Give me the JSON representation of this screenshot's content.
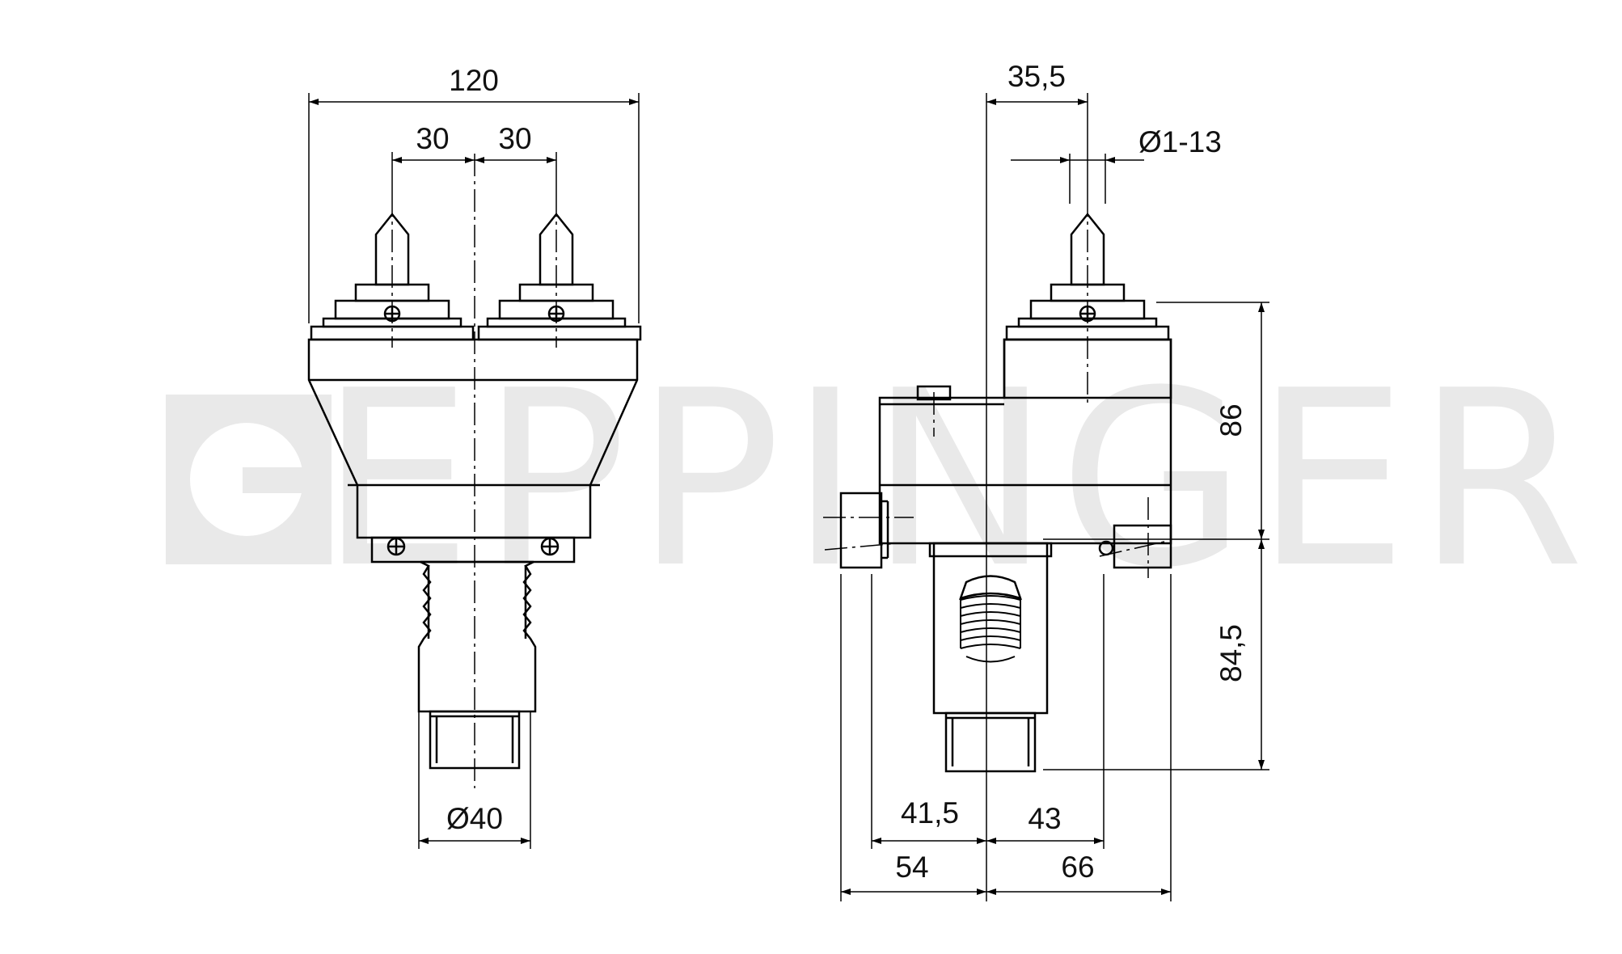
{
  "watermark": {
    "text": "EPPINGER",
    "color": "#e9e9e9"
  },
  "line_color": "#000000",
  "front_view": {
    "overall_width": "120",
    "spindle_spacing_left": "30",
    "spindle_spacing_right": "30",
    "shank_diameter": "Ø40"
  },
  "side_view": {
    "offset_top": "35,5",
    "collet_range": "Ø1-13",
    "height_upper": "86",
    "height_lower": "84,5",
    "bottom_left_inner": "41,5",
    "bottom_right_inner": "43",
    "bottom_left_outer": "54",
    "bottom_right_outer": "66"
  }
}
